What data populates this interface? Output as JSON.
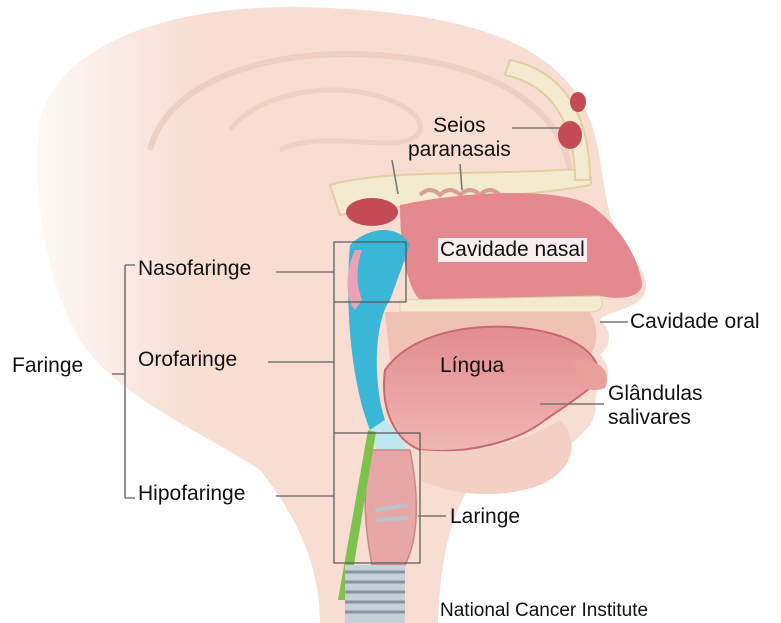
{
  "labels": {
    "seios_line1": "Seios",
    "seios_line2": "paranasais",
    "cavidade_nasal": "Cavidade nasal",
    "nasofaringe": "Nasofaringe",
    "faringe": "Faringe",
    "orofaringe": "Orofaringe",
    "cavidade_oral": "Cavidade oral",
    "lingua": "Língua",
    "glandulas_line1": "Glândulas",
    "glandulas_line2": "salivares",
    "hipofaringe": "Hipofaringe",
    "laringe": "Laringe"
  },
  "credit": "National Cancer Institute",
  "colors": {
    "skin": "#f7ddd2",
    "skin_shadow": "#ecc4b4",
    "bone": "#f4ead0",
    "mucosa": "#e7a7a6",
    "cavity": "#e48a8f",
    "pharynx_blue": "#3cb6d6",
    "pharynx_light": "#bfe7f2",
    "green": "#7dc24b",
    "trachea": "#9aa7b5",
    "leader": "#777777"
  }
}
